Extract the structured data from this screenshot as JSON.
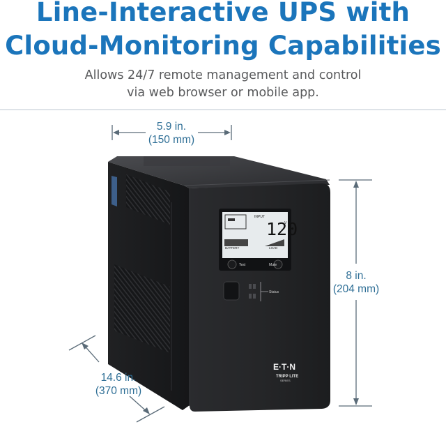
{
  "header": {
    "title_line1": "Line-Interactive UPS with",
    "title_line2": "Cloud-Monitoring Capabilities",
    "subtitle_line1": "Allows 24/7 remote management and control",
    "subtitle_line2": "via web browser or mobile app."
  },
  "dimensions": {
    "width": {
      "imperial": "5.9 in.",
      "metric": "(150 mm)"
    },
    "height": {
      "imperial": "8 in.",
      "metric": "(204 mm)"
    },
    "depth": {
      "imperial": "14.6 in.",
      "metric": "(370 mm)"
    }
  },
  "device": {
    "lcd_input_label": "INPUT",
    "lcd_voltage": "120",
    "lcd_unit": "V",
    "lcd_battery_label": "BATTERY",
    "lcd_load_label": "LOAD",
    "test_button_label": "Test",
    "mute_button_label": "Mute",
    "status_label": "Status",
    "brand": "E·T·N",
    "series_line1": "TRIPP LITE",
    "series_line2": "SERIES"
  },
  "colors": {
    "headline": "#1b75bb",
    "dimension_text": "#2f6f96",
    "dimension_lines": "#5a6b78",
    "unit_body": "#1f1f21"
  }
}
